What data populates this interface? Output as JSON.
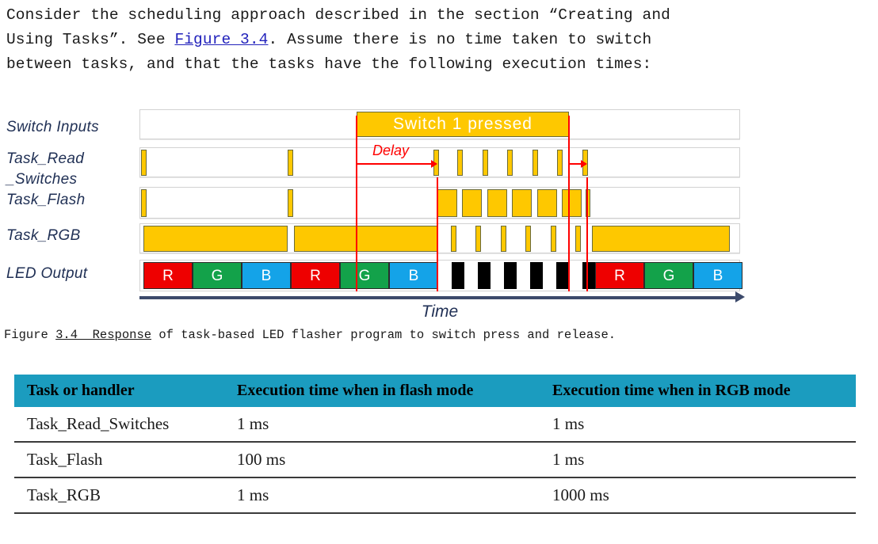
{
  "intro": {
    "line1_a": "Consider the scheduling approach described in the section “Creating and",
    "line2_a": "Using Tasks”. See ",
    "figure_link": "Figure 3.4",
    "line2_b": ". Assume there is no time taken to switch",
    "line3": "between tasks, and that the tasks have the following execution times:"
  },
  "figure": {
    "rows": [
      {
        "label": "Switch Inputs"
      },
      {
        "label": "Task_Read\n_Switches"
      },
      {
        "label": "Task_Flash"
      },
      {
        "label": "Task_RGB"
      },
      {
        "label": "LED Output"
      }
    ],
    "switch_label": "Switch 1 pressed",
    "delay_label": "Delay",
    "time_label": "Time",
    "led_sequence": [
      {
        "letter": "R",
        "color": "#ee0000"
      },
      {
        "letter": "G",
        "color": "#13a24a"
      },
      {
        "letter": "B",
        "color": "#14a3e8"
      },
      {
        "letter": "R",
        "color": "#ee0000"
      },
      {
        "letter": "G",
        "color": "#13a24a"
      },
      {
        "letter": "B",
        "color": "#14a3e8"
      },
      {
        "letter": "",
        "color": "#ffffff"
      },
      {
        "letter": "",
        "color": "#000000"
      },
      {
        "letter": "",
        "color": "#ffffff"
      },
      {
        "letter": "",
        "color": "#000000"
      },
      {
        "letter": "",
        "color": "#ffffff"
      },
      {
        "letter": "",
        "color": "#000000"
      },
      {
        "letter": "",
        "color": "#ffffff"
      },
      {
        "letter": "",
        "color": "#000000"
      },
      {
        "letter": "",
        "color": "#ffffff"
      },
      {
        "letter": "",
        "color": "#000000"
      },
      {
        "letter": "",
        "color": "#ffffff"
      },
      {
        "letter": "",
        "color": "#000000"
      },
      {
        "letter": "R",
        "color": "#ee0000"
      },
      {
        "letter": "G",
        "color": "#13a24a"
      },
      {
        "letter": "B",
        "color": "#14a3e8"
      }
    ],
    "colors": {
      "task_block": "#fec800",
      "marker_red": "#ff0000",
      "axis": "#3c4a6b",
      "label": "#1f2f54"
    }
  },
  "caption": {
    "prefix": "Figure ",
    "link": "3.4  Response",
    "rest": " of task-based LED flasher program to switch press and release."
  },
  "table": {
    "headers": [
      "Task or handler",
      "Execution time when in flash mode",
      "Execution time when in RGB mode"
    ],
    "header_bg": "#1b9cbf",
    "rows": [
      {
        "task": "Task_Read_Switches",
        "flash": "1 ms",
        "rgb": "1 ms"
      },
      {
        "task": "Task_Flash",
        "flash": "100 ms",
        "rgb": "1 ms"
      },
      {
        "task": "Task_RGB",
        "flash": "1 ms",
        "rgb": "1000 ms"
      }
    ]
  }
}
